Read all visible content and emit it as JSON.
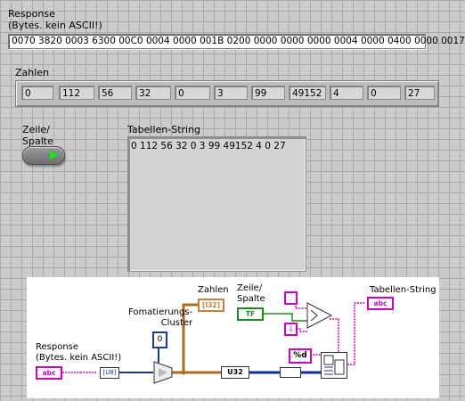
{
  "front_panel": {
    "response": {
      "label": "Response\n(Bytes. kein ASCII!)",
      "value": "0070 3820 0003 6300 00C0 0004 0000 001B 0200 0000 0000 0000 0004 0000 0400 0000 0017"
    },
    "zahlen": {
      "label": "Zahlen",
      "values": [
        "0",
        "112",
        "56",
        "32",
        "0",
        "3",
        "99",
        "49152",
        "4",
        "0",
        "27"
      ]
    },
    "toggle": {
      "label": "Zeile/\nSpalte",
      "led_color": "#22e11a"
    },
    "table_string": {
      "label": "Tabellen-String",
      "value": "0 112 56 32 0 3 99 49152 4 0 27"
    }
  },
  "block_diagram": {
    "response_label": "Response\n(Bytes. kein ASCII!)",
    "response_terminal": "abc",
    "cluster_label": "Fomatierungs-\nCluster",
    "cluster_value": "0",
    "zahlen_label": "Zahlen",
    "zahlen_terminal": "[I32]",
    "toggle_label": "Zeile/\nSpalte",
    "toggle_terminal": "TF",
    "table_label": "Tabellen-String",
    "table_terminal": "abc",
    "format_const": "%d",
    "u32_label": "U32",
    "colors": {
      "string": "#d000c8",
      "numeric": "#1a3a9f",
      "integer": "#0a2fa0",
      "boolean": "#1d8a1d",
      "array": "#c97f3a"
    }
  }
}
